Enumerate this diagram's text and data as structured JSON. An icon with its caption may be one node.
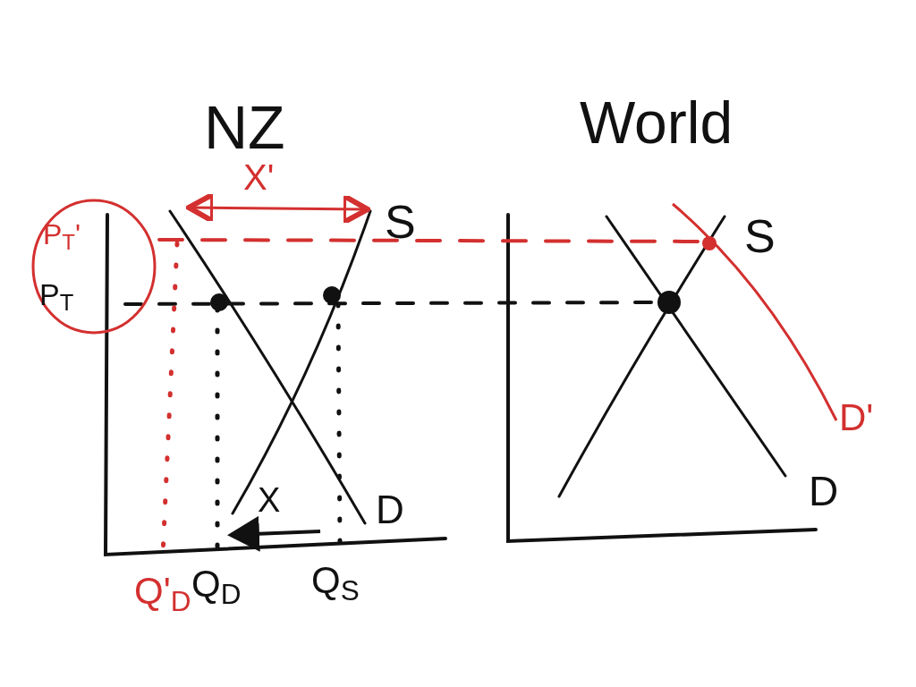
{
  "diagram": {
    "labels": [
      "NZ",
      "World",
      "X'",
      "P$_{T}$'",
      "S",
      "S",
      "P$_{T}$",
      "D'",
      "X",
      "D",
      "D",
      "Q'$_{D}$",
      "Q$_{D}$",
      "Q$_{S}$"
    ]
  }
}
